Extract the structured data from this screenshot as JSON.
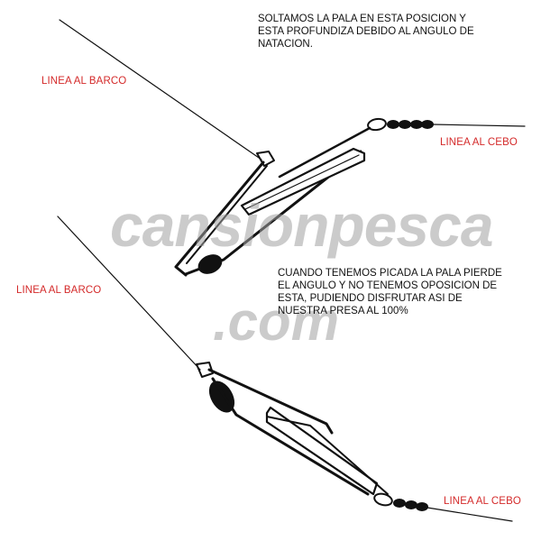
{
  "top_caption": "SOLTAMOS LA PALA EN ESTA POSICION Y\nESTA PROFUNDIZA DEBIDO AL ANGULO DE\nNATACION.",
  "bottom_caption": "CUANDO TENEMOS PICADA LA PALA PIERDE\nEL ANGULO Y NO TENEMOS OPOSICION DE\nESTA, PUDIENDO DISFRUTAR ASI DE\nNUESTRA PRESA AL 100%",
  "labels": {
    "top_boat_line": "LINEA AL BARCO",
    "top_bait_line": "LINEA AL CEBO",
    "bottom_boat_line": "LINEA AL BARCO",
    "bottom_bait_line": "LINEA AL CEBO"
  },
  "watermark": {
    "line1": "cansionpesca",
    "line2": ".com"
  },
  "colors": {
    "label_red": "#d42a2a",
    "ink": "#111111",
    "watermark_gray": "#a0a0a0"
  }
}
